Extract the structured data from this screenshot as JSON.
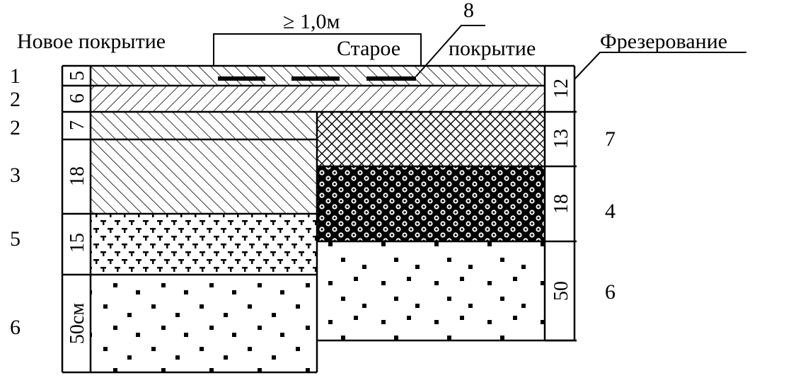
{
  "labels": {
    "new_coating": "Новое покрытие",
    "width": "≥ 1,0м",
    "old_coating_1": "Старое",
    "old_coating_2": "покрытие",
    "milling": "Фрезерование",
    "callout_8": "8"
  },
  "left_numbers": [
    "1",
    "2",
    "2",
    "3",
    "5",
    "6"
  ],
  "left_thickness": [
    "5",
    "6",
    "7",
    "18",
    "15",
    "50см"
  ],
  "right_thickness": [
    "12",
    "13",
    "18",
    "50"
  ],
  "right_numbers": [
    "7",
    "4",
    "6"
  ]
}
